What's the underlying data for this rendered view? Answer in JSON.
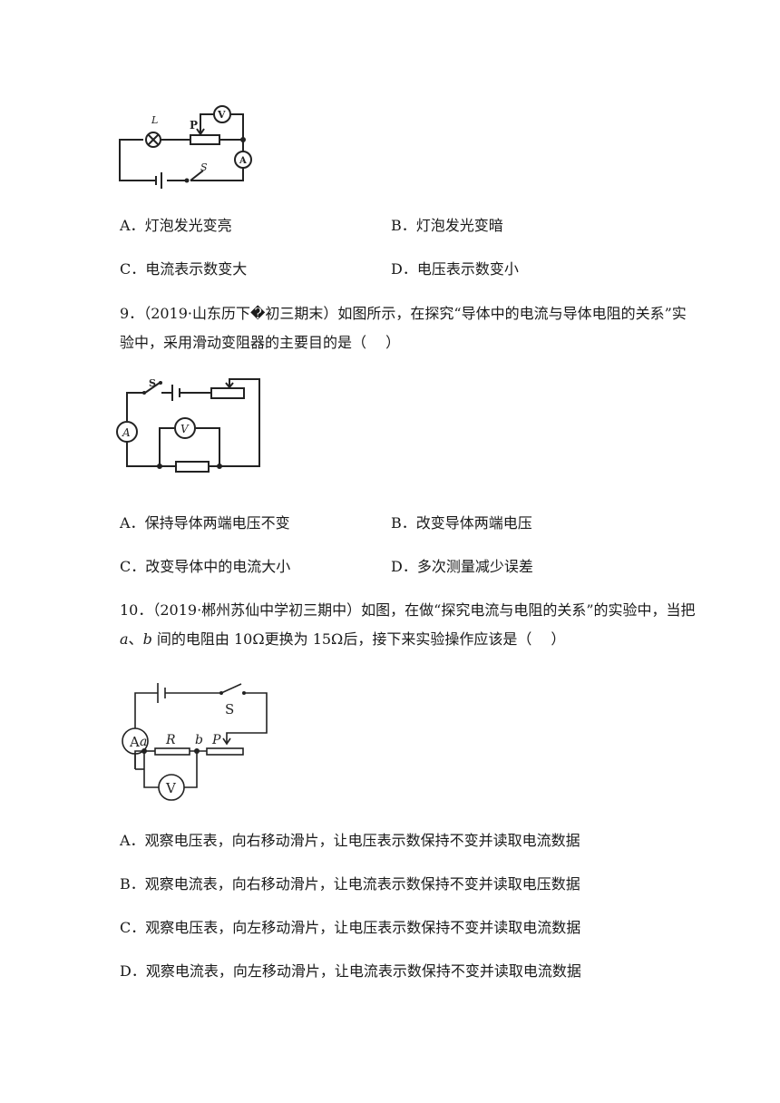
{
  "q8": {
    "figure": {
      "labels": {
        "lamp": "L",
        "slider": "P",
        "voltmeter": "V",
        "ammeter": "A",
        "switch": "S"
      }
    },
    "options": [
      {
        "letter": "A．",
        "text": "灯泡发光变亮"
      },
      {
        "letter": "B．",
        "text": "灯泡发光变暗"
      },
      {
        "letter": "C．",
        "text": "电流表示数变大"
      },
      {
        "letter": "D．",
        "text": "电压表示数变小"
      }
    ]
  },
  "q9": {
    "number": "9．",
    "line1": "（2019·山东历下�初三期末）如图所示，在探究“导体中的电流与导体电阻的关系”实",
    "line2": "验中，采用滑动变阻器的主要目的是（　 ）",
    "figure": {
      "labels": {
        "switch": "S",
        "ammeter": "A",
        "voltmeter": "V"
      }
    },
    "options": [
      {
        "letter": "A．",
        "text": "保持导体两端电压不变"
      },
      {
        "letter": "B．",
        "text": "改变导体两端电压"
      },
      {
        "letter": "C．",
        "text": "改变导体中的电流大小"
      },
      {
        "letter": "D．",
        "text": "多次测量减少误差"
      }
    ]
  },
  "q10": {
    "number": "10．",
    "line1": "（2019·郴州苏仙中学初三期中）如图，在做“探究电流与电阻的关系”的实验中，当把",
    "line2_a": "a",
    "line2_sep": "、",
    "line2_b": "b",
    "line2_rest": " 间的电阻由 10Ω更换为 15Ω后，接下来实验操作应该是（　 ）",
    "figure": {
      "labels": {
        "ammeter": "A",
        "switch": "S",
        "a": "a",
        "r": "R",
        "b": "b",
        "p": "P",
        "voltmeter": "V"
      }
    },
    "options": [
      {
        "letter": "A．",
        "text": "观察电压表，向右移动滑片，让电压表示数保持不变并读取电流数据"
      },
      {
        "letter": "B．",
        "text": "观察电流表，向右移动滑片，让电流表示数保持不变并读取电压数据"
      },
      {
        "letter": "C．",
        "text": "观察电压表，向左移动滑片，让电压表示数保持不变并读取电流数据"
      },
      {
        "letter": "D．",
        "text": "观察电流表，向左移动滑片，让电流表示数保持不变并读取电流数据"
      }
    ]
  }
}
